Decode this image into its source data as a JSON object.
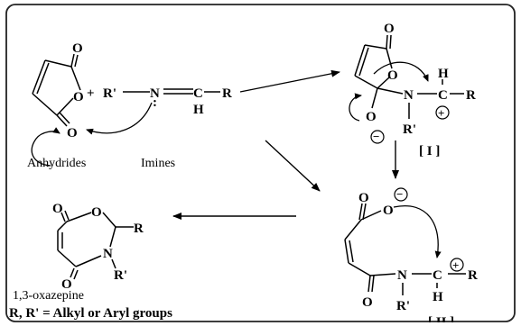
{
  "labels": {
    "anhydrides": "Anhydrides",
    "imines": "Imines",
    "intermediate_1": "[ I ]",
    "intermediate_2": "[ II ]",
    "product": "1,3-oxazepine",
    "legend": "R, R' = Alkyl or Aryl groups"
  },
  "atoms": {
    "O": "O",
    "N": "N",
    "C": "C",
    "H": "H",
    "R": "R",
    "R_prime": "R'",
    "plus": "+",
    "plus_charge": "+",
    "minus_charge": "−",
    "lone_pair": ":"
  },
  "colors": {
    "frame_border": "#222222",
    "ink": "#000000",
    "background": "#ffffff"
  }
}
